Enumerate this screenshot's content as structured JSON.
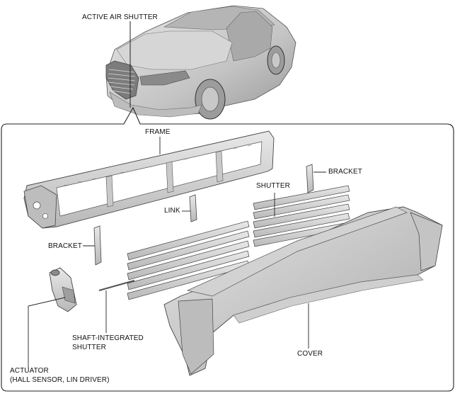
{
  "labels": {
    "active_air_shutter": "ACTIVE AIR SHUTTER",
    "frame": "FRAME",
    "bracket_right": "BRACKET",
    "shutter": "SHUTTER",
    "link": "LINK",
    "bracket_left": "BRACKET",
    "shaft_line1": "SHAFT-INTEGRATED",
    "shaft_line2": "SHUTTER",
    "cover": "COVER",
    "actuator_line1": "ACTUATOR",
    "actuator_line2": "(HALL SENSOR, LIN DRIVER)"
  }
}
